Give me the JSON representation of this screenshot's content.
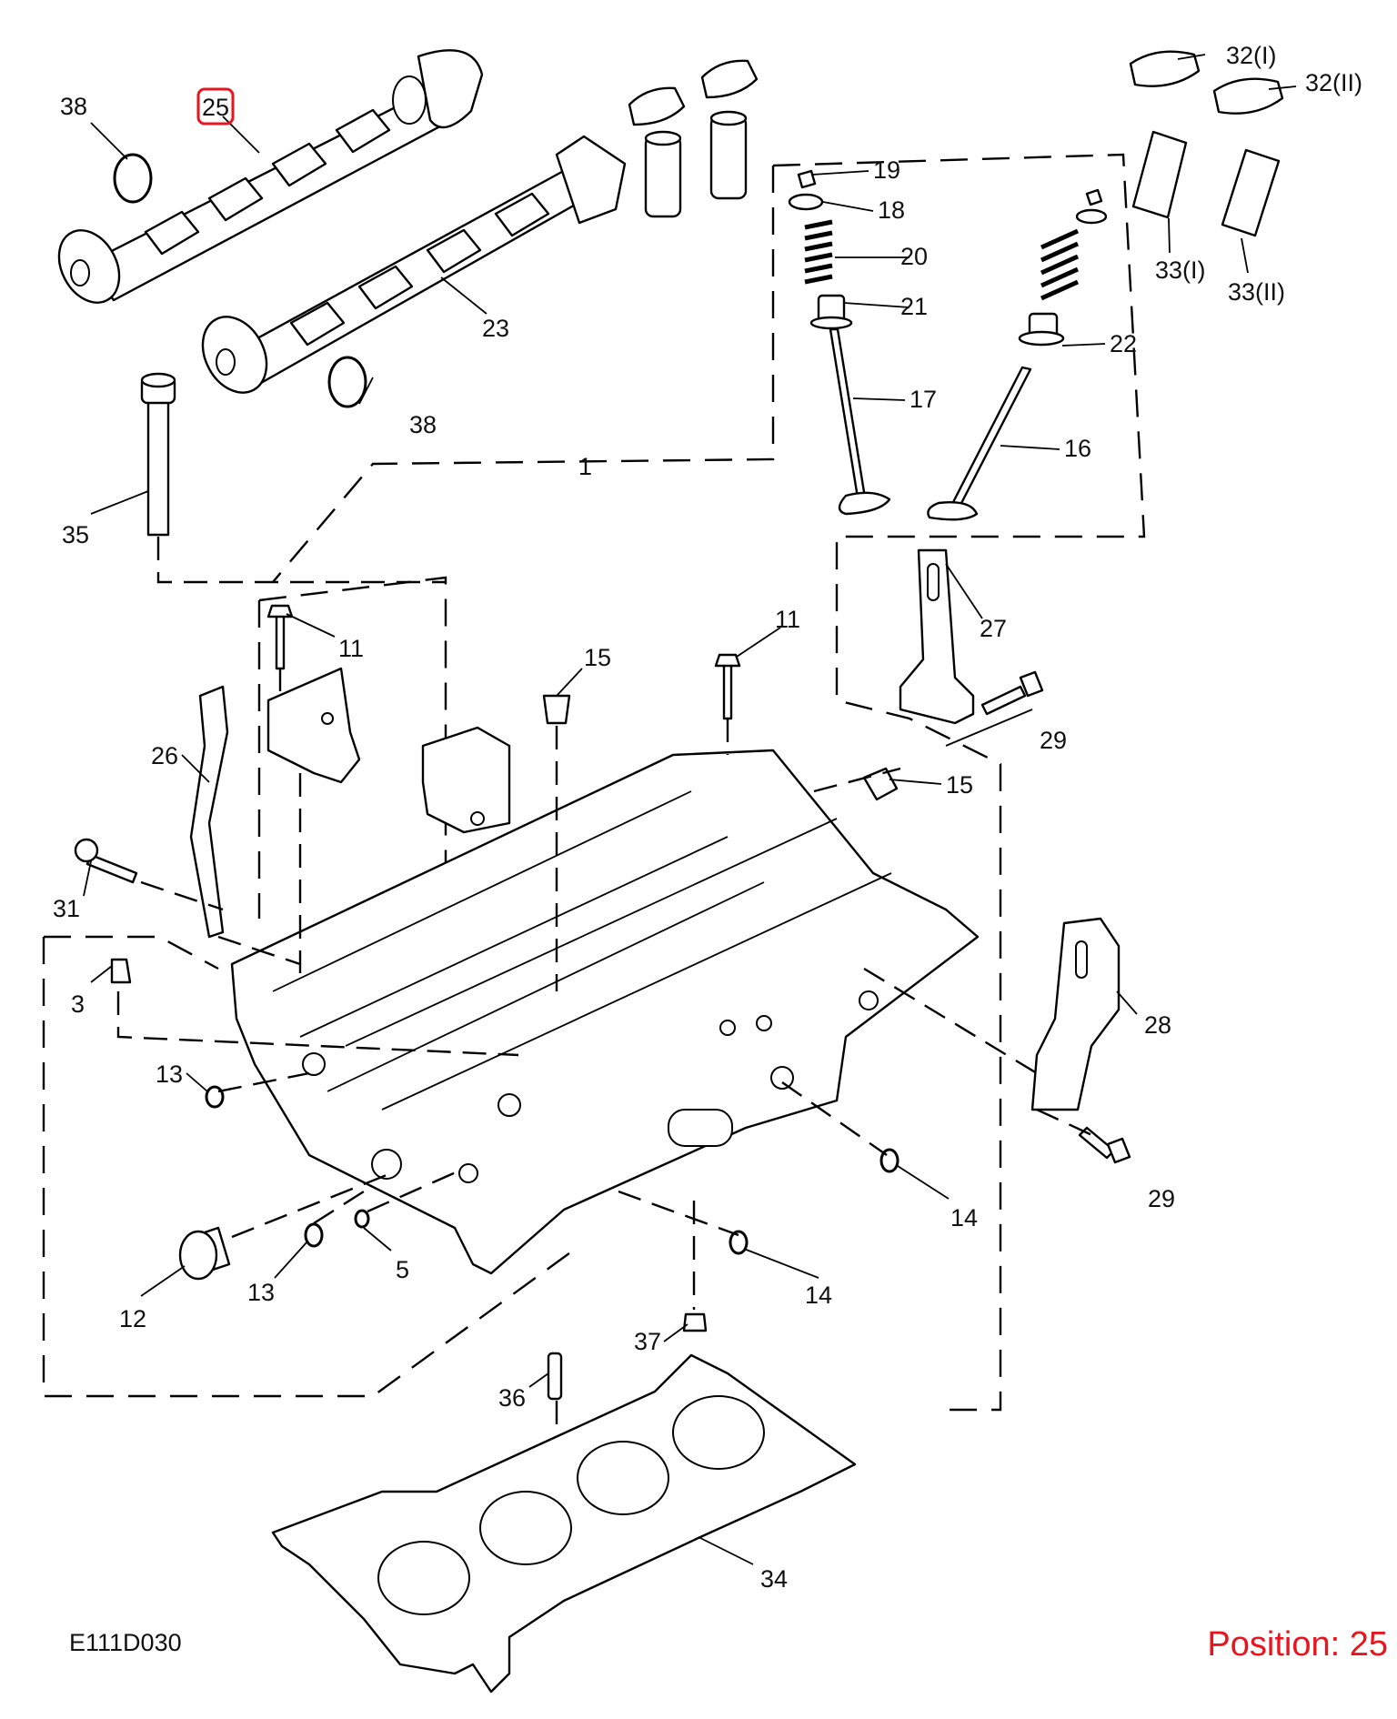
{
  "diagram": {
    "drawing_code": "E111D030",
    "position_text": "Position: 25",
    "highlight_color": "#e8141e",
    "line_color": "#000000",
    "callouts": {
      "c38a": "38",
      "c25": "25",
      "c38b": "38",
      "c23": "23",
      "c32i": "32(I)",
      "c32ii": "32(II)",
      "c33i": "33(I)",
      "c33ii": "33(II)",
      "c19": "19",
      "c18": "18",
      "c20": "20",
      "c21": "21",
      "c22": "22",
      "c17": "17",
      "c16": "16",
      "c1": "1",
      "c35": "35",
      "c11a": "11",
      "c11b": "11",
      "c15a": "15",
      "c15b": "15",
      "c27": "27",
      "c29a": "29",
      "c29b": "29",
      "c26": "26",
      "c31": "31",
      "c3": "3",
      "c28": "28",
      "c13a": "13",
      "c13b": "13",
      "c12": "12",
      "c5": "5",
      "c14a": "14",
      "c14b": "14",
      "c37": "37",
      "c36": "36",
      "c34": "34"
    }
  }
}
